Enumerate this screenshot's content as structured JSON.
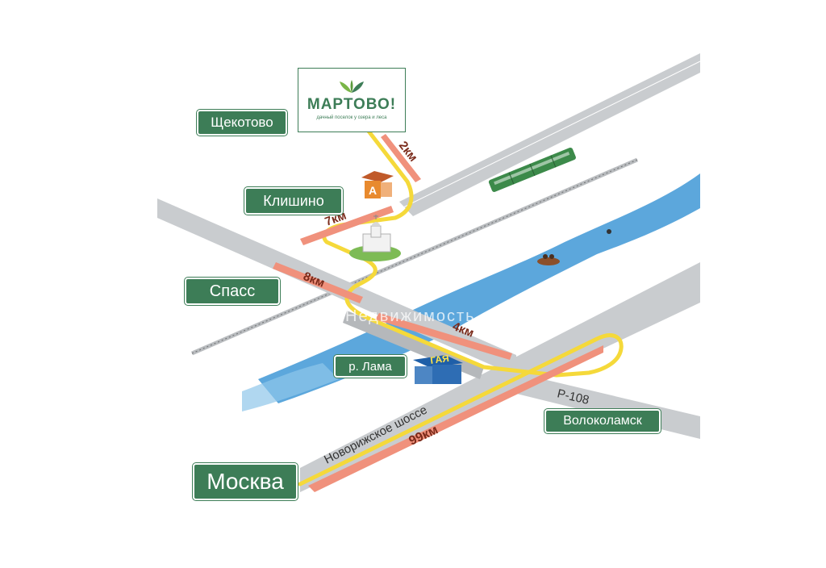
{
  "colors": {
    "label_bg": "#3d7d57",
    "road": "#c9cccf",
    "route": "#f5d93a",
    "distance_arrow": "#f0917c",
    "distance_text": "#7a2a1a",
    "river": "#3f98d6",
    "train": "#3c8a4a",
    "brand": "#3d7d57"
  },
  "logo": {
    "title": "МАРТОВО!",
    "subtitle": "дачный поселок у озера и леса",
    "icon": "leaves-icon"
  },
  "places": {
    "shchekotovo": "Щекотово",
    "klishino": "Клишино",
    "spass": "Спасс",
    "lama": "р. Лама",
    "volokolamsk": "Волоколамск",
    "moskva": "Москва"
  },
  "roads": {
    "highway_name": "Новорижское шоссе",
    "r108": "Р-108"
  },
  "distances": {
    "d99": "99км",
    "d4": "4км",
    "d8": "8км",
    "d7": "7км",
    "d2": "2км"
  },
  "landmarks": {
    "bus_stop": "A",
    "shop": "ГАЯ",
    "church": "church-icon",
    "train": "train-icon",
    "boat": "boat-icon"
  },
  "watermark": "Недвижимость"
}
